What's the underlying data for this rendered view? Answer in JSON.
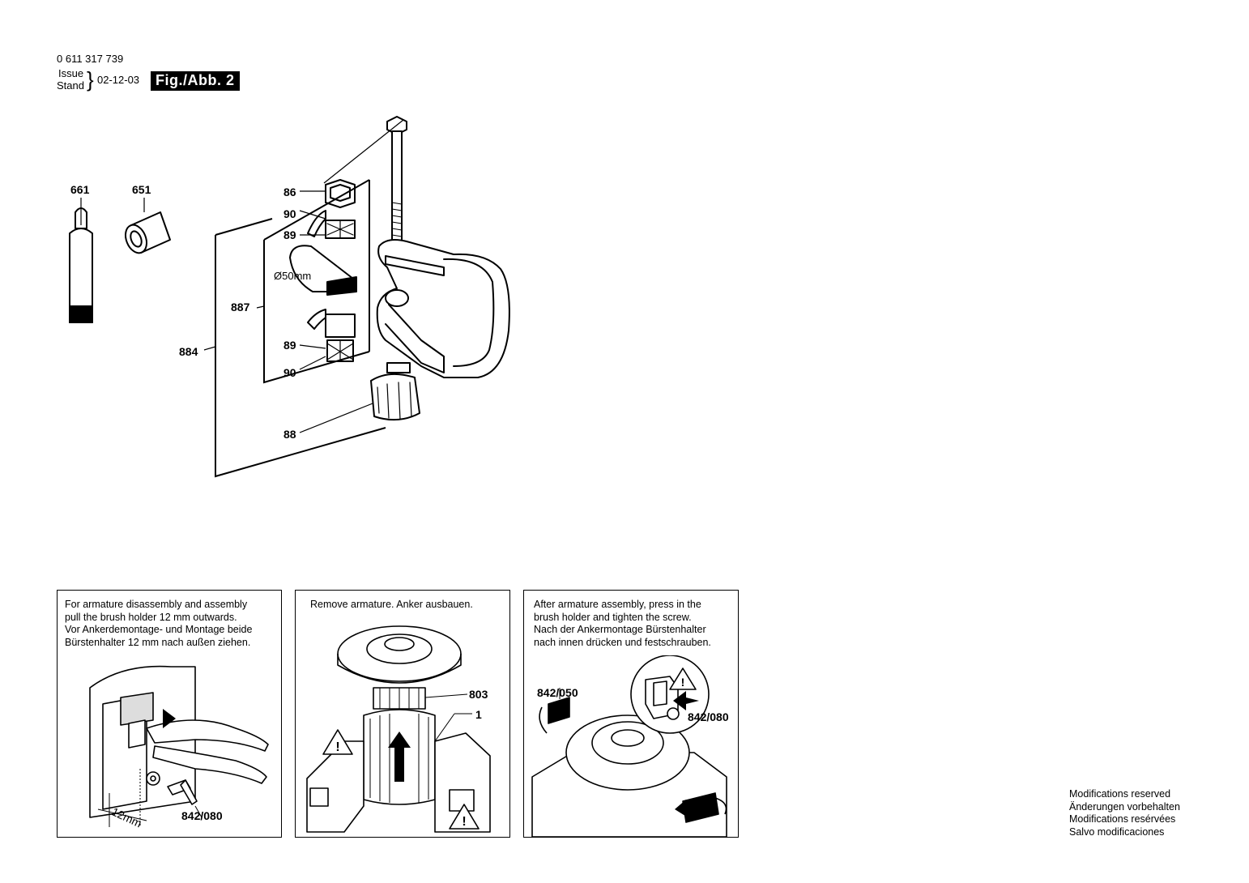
{
  "header": {
    "part_number": "0 611 317 739",
    "issue_label": "Issue",
    "stand_label": "Stand",
    "date": "02-12-03",
    "figure_label": "Fig./Abb. 2"
  },
  "diagram": {
    "callouts": {
      "p661": "661",
      "p651": "651",
      "p86": "86",
      "p90_top": "90",
      "p89_top": "89",
      "p887": "887",
      "p884": "884",
      "p89_bottom": "89",
      "p90_bottom": "90",
      "p88": "88",
      "diameter": "Ø50mm"
    }
  },
  "panels": {
    "left": {
      "text": "For armature disassembly and assembly\npull the brush holder 12 mm outwards.\nVor Ankerdemontage- und Montage beide\nBürstenhalter 12 mm nach außen ziehen.",
      "label_part": "842/080",
      "label_dim": "12mm"
    },
    "middle": {
      "text": "Remove armature. Anker ausbauen.",
      "label_803": "803",
      "label_1": "1"
    },
    "right": {
      "text": "After armature assembly, press in the\nbrush holder and tighten the screw.\nNach der Ankermontage Bürstenhalter\nnach innen drücken und festschrauben.",
      "label_842_050": "842/050",
      "label_842_080": "842/080"
    }
  },
  "footer": {
    "lines": [
      "Modifications reserved",
      "Änderungen vorbehalten",
      "Modifications resérvées",
      "Salvo modificaciones"
    ]
  }
}
